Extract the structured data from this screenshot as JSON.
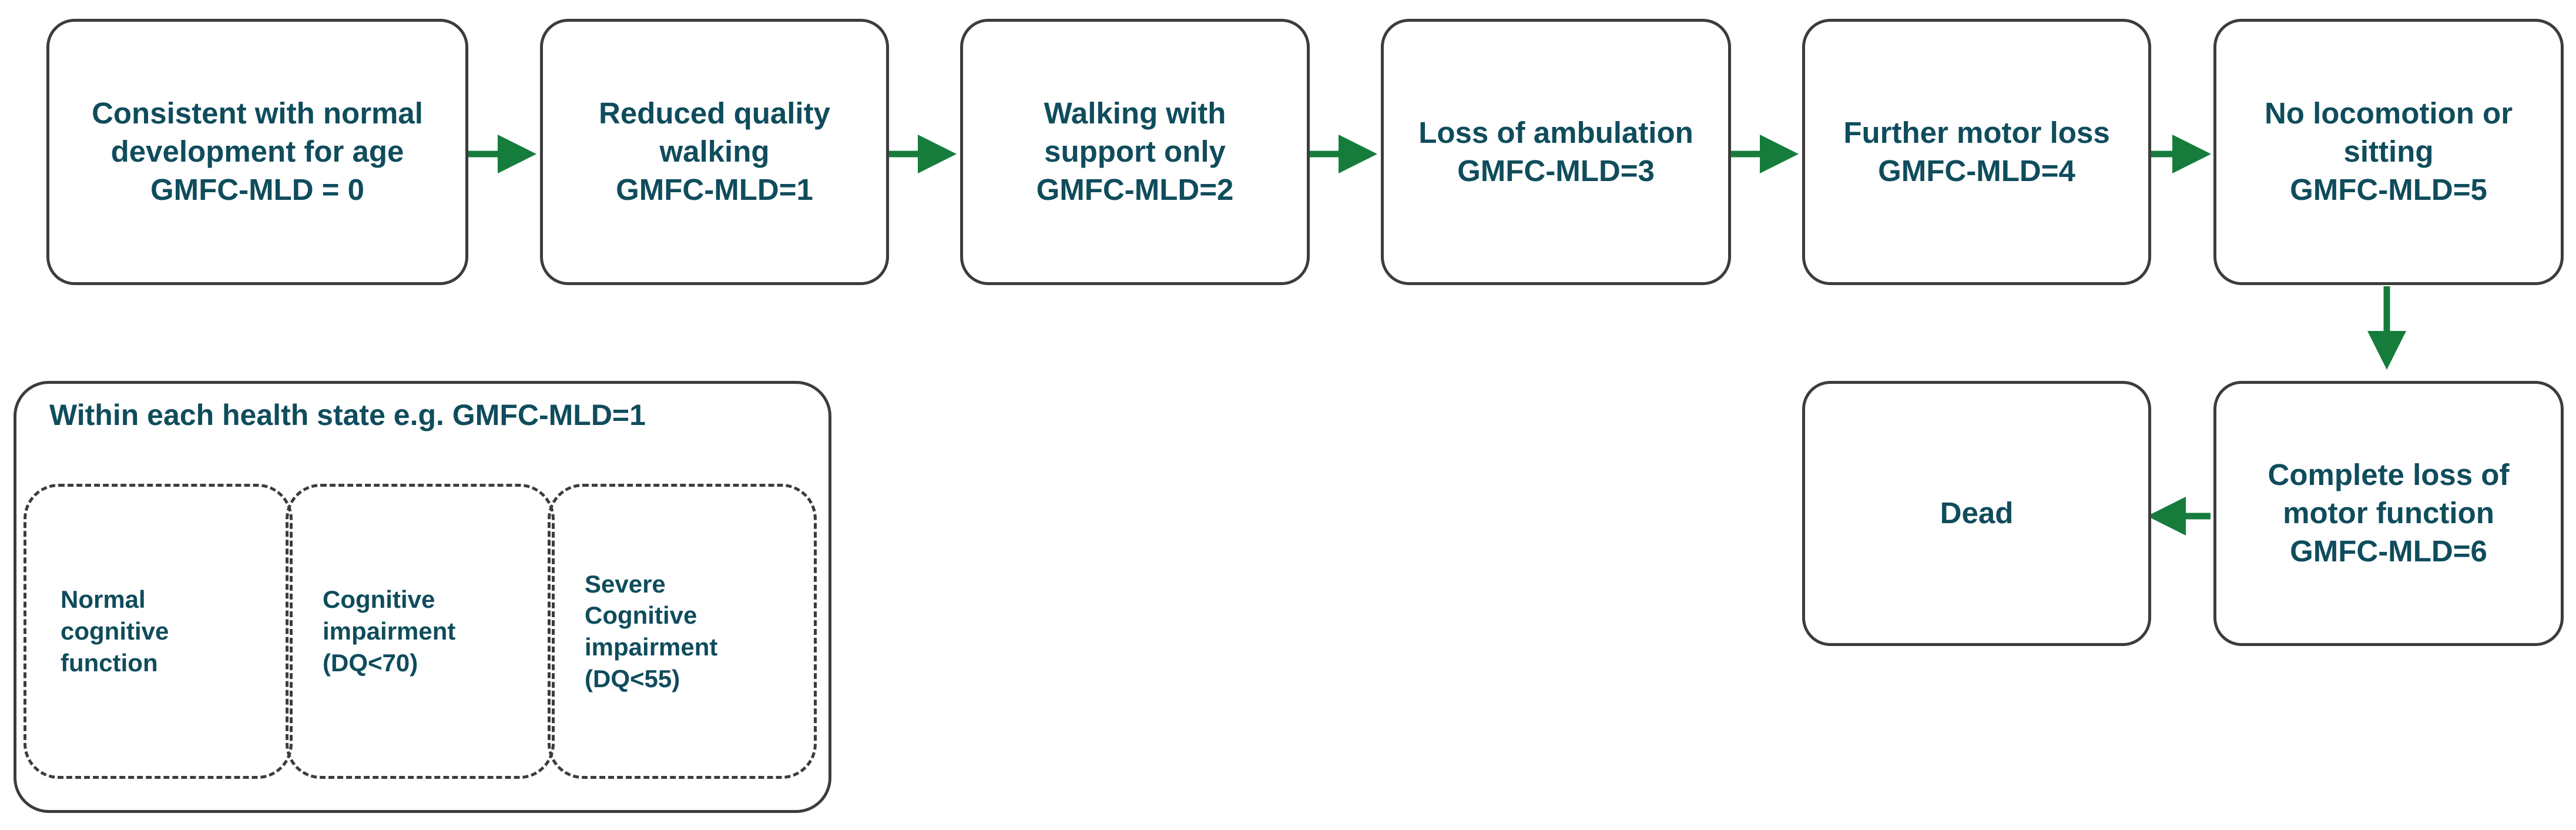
{
  "colors": {
    "text": "#0f4c5c",
    "arrow": "#167c3c",
    "border": "#3c3c3c"
  },
  "states": [
    {
      "id": "gmfc0",
      "lines": [
        "Consistent with normal",
        "development for age",
        "GMFC-MLD = 0"
      ]
    },
    {
      "id": "gmfc1",
      "lines": [
        "Reduced quality",
        "walking",
        "GMFC-MLD=1"
      ]
    },
    {
      "id": "gmfc2",
      "lines": [
        "Walking with",
        "support only",
        "GMFC-MLD=2"
      ]
    },
    {
      "id": "gmfc3",
      "lines": [
        "Loss of ambulation",
        "GMFC-MLD=3"
      ]
    },
    {
      "id": "gmfc4",
      "lines": [
        "Further motor loss",
        "GMFC-MLD=4"
      ]
    },
    {
      "id": "gmfc5",
      "lines": [
        "No locomotion  or",
        "sitting",
        "GMFC-MLD=5"
      ]
    },
    {
      "id": "gmfc6",
      "lines": [
        "Complete loss of",
        "motor function",
        "GMFC-MLD=6"
      ]
    },
    {
      "id": "dead",
      "lines": [
        "Dead"
      ]
    }
  ],
  "legend": {
    "title": "Within each health state e.g. GMFC-MLD=1",
    "substates": [
      {
        "lines": [
          "Normal",
          "cognitive",
          "function"
        ]
      },
      {
        "lines": [
          "Cognitive",
          "impairment",
          "(DQ<70)"
        ]
      },
      {
        "lines": [
          "Severe",
          "Cognitive",
          "impairment",
          "(DQ<55)"
        ]
      }
    ]
  }
}
